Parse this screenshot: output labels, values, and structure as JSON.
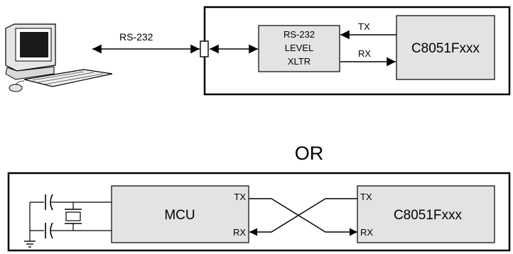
{
  "top": {
    "link_label": "RS-232",
    "xltr_label": [
      "RS-232",
      "LEVEL",
      "XLTR"
    ],
    "tx_label": "TX",
    "rx_label": "RX",
    "mcu_label": "C8051Fxxx"
  },
  "separator": "OR",
  "bottom": {
    "mcu_label": "MCU",
    "mcu_tx": "TX",
    "mcu_rx": "RX",
    "target_tx": "TX",
    "target_rx": "RX",
    "target_label": "C8051Fxxx"
  },
  "colors": {
    "box_fill": "#e3e3e3",
    "line": "#000000"
  },
  "icons": [
    "computer-icon",
    "connector-icon",
    "crystal-icon",
    "capacitor-icon",
    "ground-icon"
  ]
}
